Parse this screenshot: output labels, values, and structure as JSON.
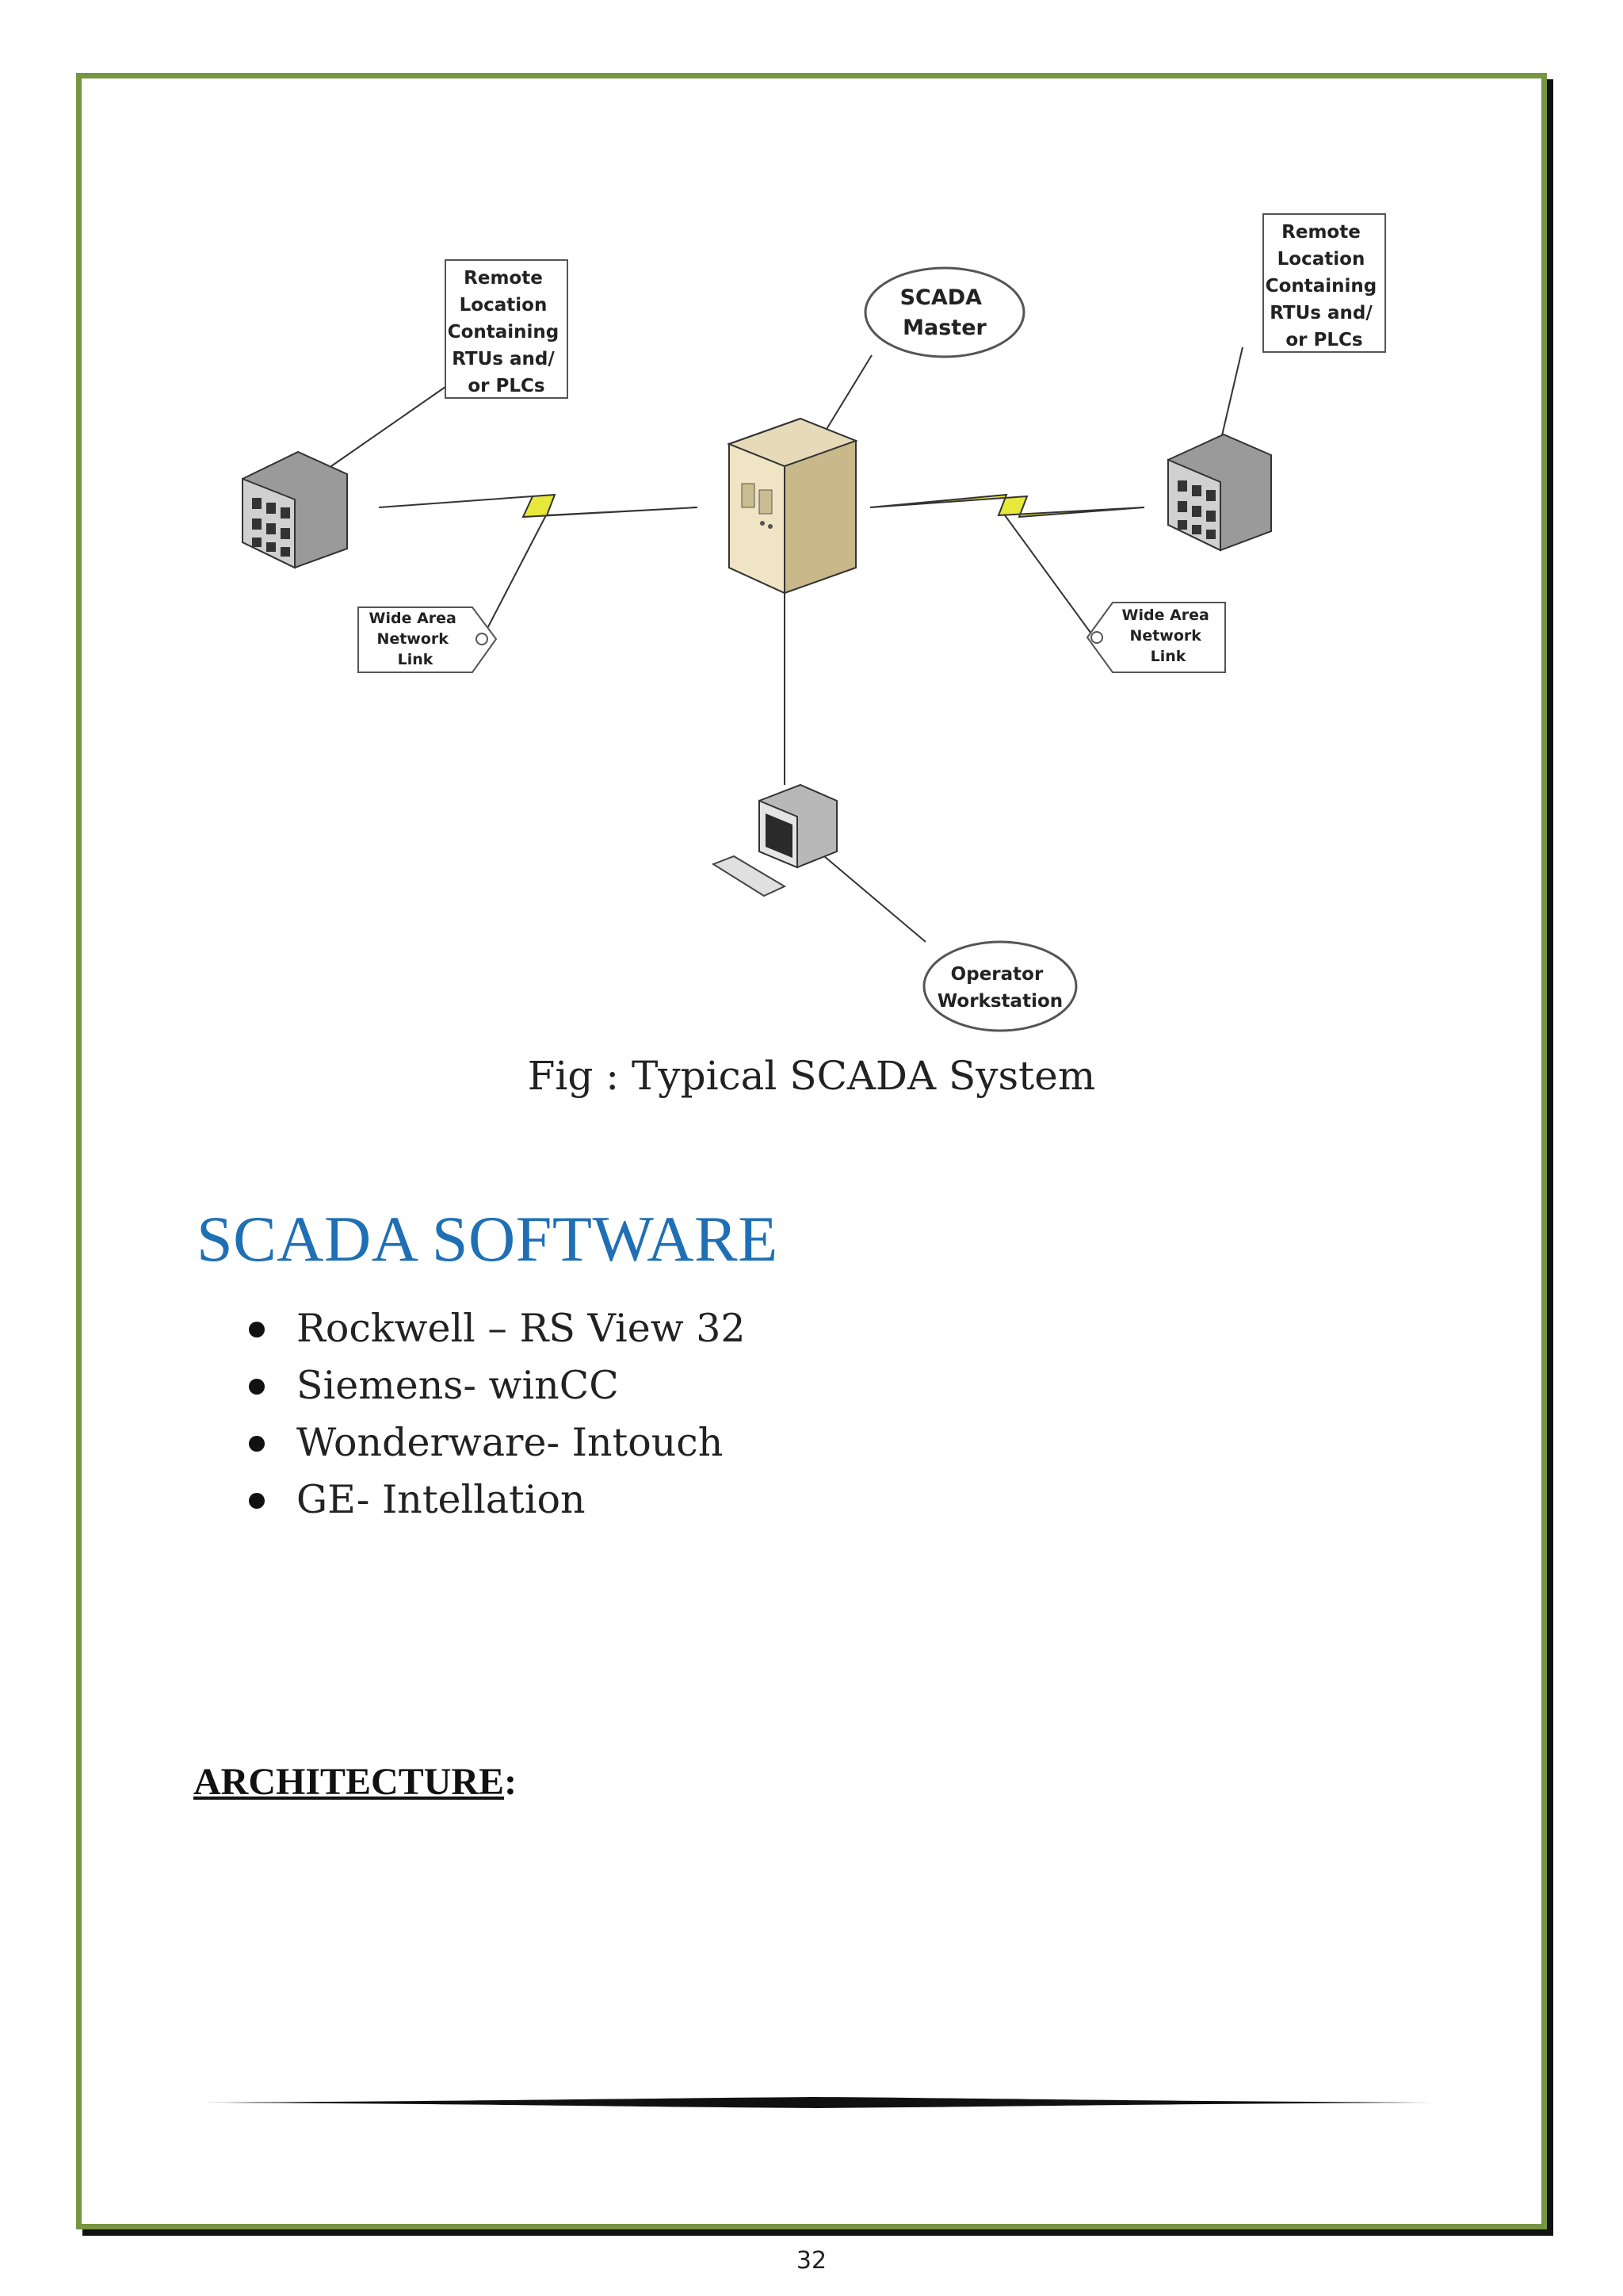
{
  "diagram": {
    "remote_left_label": [
      "Remote",
      "Location",
      "Containing",
      "RTUs and/",
      "or PLCs"
    ],
    "remote_right_label": [
      "Remote",
      "Location",
      "Containing",
      "RTUs and/",
      "or PLCs"
    ],
    "master_label": [
      "SCADA",
      "Master"
    ],
    "wan_left_label": [
      "Wide Area",
      "Network",
      "Link"
    ],
    "wan_right_label": [
      "Wide Area",
      "Network",
      "Link"
    ],
    "operator_label": [
      "Operator",
      "Workstation"
    ],
    "icons": [
      "building-icon",
      "server-icon",
      "workstation-icon",
      "lightning-link-icon"
    ]
  },
  "caption": "Fig : Typical SCADA System",
  "section_title": "SCADA SOFTWARE",
  "software_list": [
    "Rockwell – RS View 32",
    "Siemens- winCC",
    "Wonderware- Intouch",
    "GE- Intellation"
  ],
  "architecture_heading": "ARCHITECTURE",
  "architecture_colon": ":",
  "page_number": "32",
  "colors": {
    "border": "#789540",
    "heading": "#1f6fb5"
  }
}
